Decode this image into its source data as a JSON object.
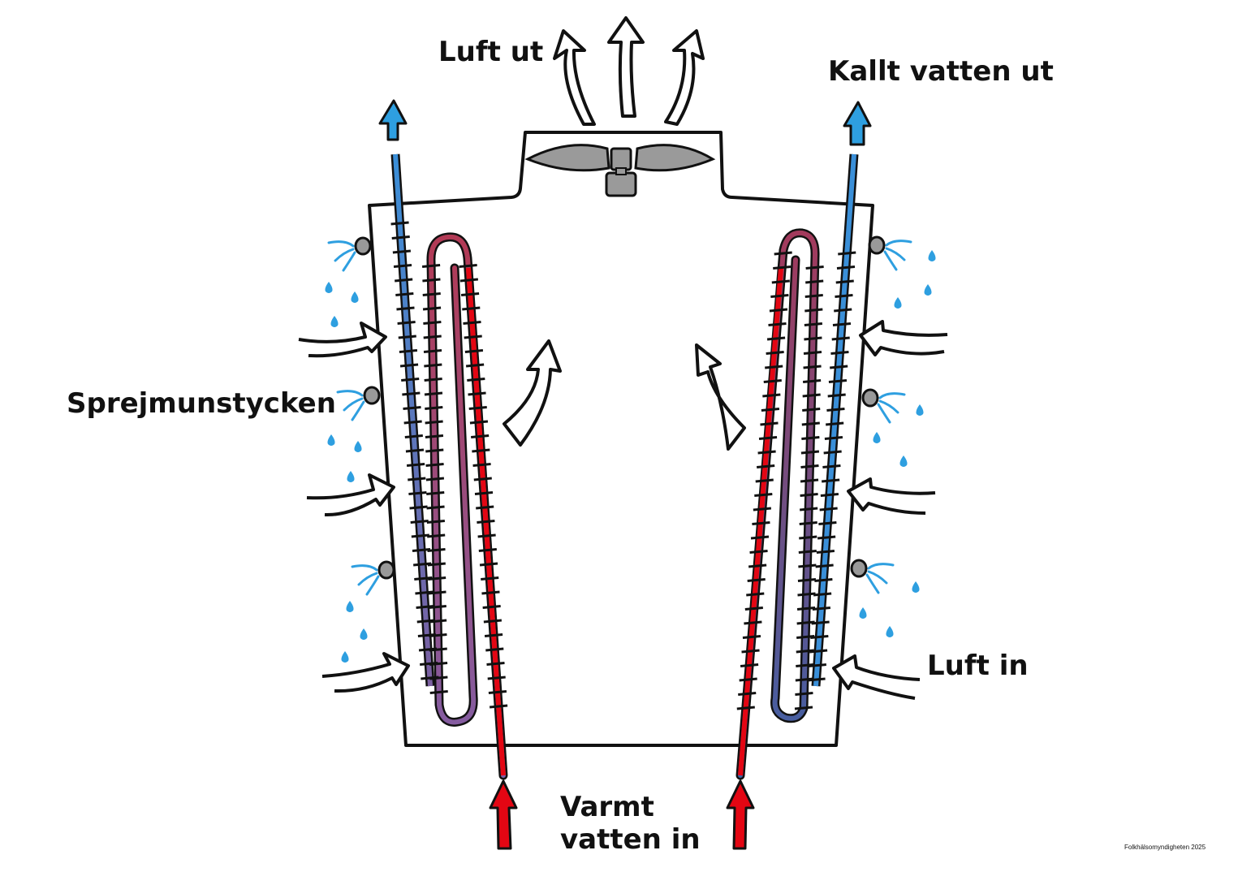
{
  "labels": {
    "air_out": "Luft ut",
    "cold_water_out": "Kallt vatten ut",
    "spray_nozzles": "Sprejmunstycken",
    "air_in": "Luft in",
    "warm_water_in_line1": "Varmt",
    "warm_water_in_line2": "vatten in"
  },
  "credit": "Folkhälsomyndigheten 2025",
  "colors": {
    "warm_pipe": "#e30613",
    "cold_pipe": "#3a8fd8",
    "mid_pipe_red": "#a33a5c",
    "mid_pipe_purple": "#7b5fa0",
    "water_drop": "#2e9fe0",
    "fan": "#9a9a9a",
    "outline": "#111111"
  },
  "icons": {
    "fan": "fan-icon",
    "nozzle": "spray-nozzle-icon",
    "drop": "water-drop-icon",
    "air_arrow": "hollow-arrow-icon",
    "water_arrow": "pipe-arrow-icon"
  }
}
